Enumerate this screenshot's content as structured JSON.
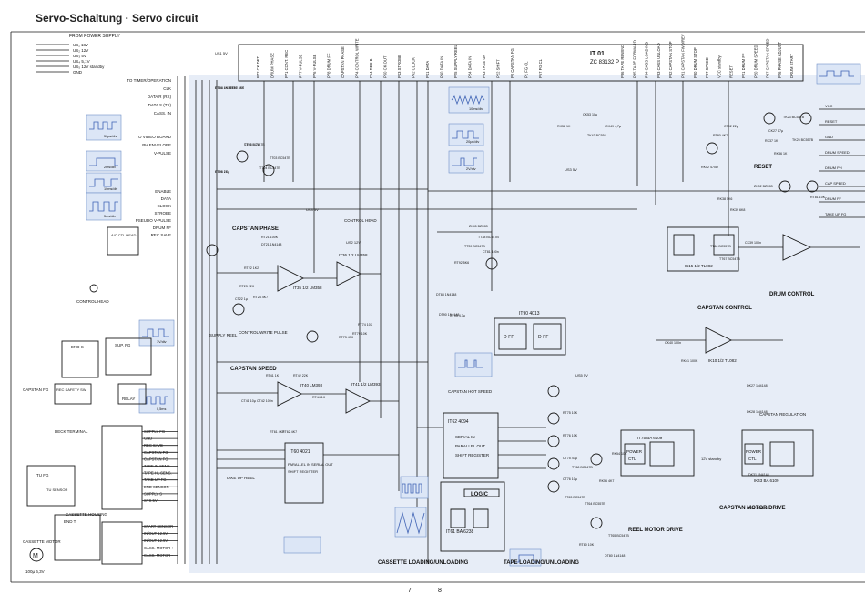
{
  "title": "Servo-Schaltung · Servo circuit",
  "ic_main": {
    "ref": "IT 01",
    "part": "ZC 83132 P"
  },
  "supply": {
    "header": "FROM POWER SUPPLY",
    "rails": [
      "US₁ 18V",
      "US₂ 12V",
      "US₃ 5V",
      "US₄ 5,1V",
      "US₅ 12V standby",
      "GND"
    ]
  },
  "signals_timer": [
    "TO TIMER/OPERATION",
    "CLK",
    "DATA R (RX)",
    "DATA S (TX)",
    "CASS. IN"
  ],
  "signals_video": [
    "TO VIDEO BOARD",
    "PH ENVELOPE",
    "V-PULSE"
  ],
  "bus_left": [
    "ENABLE",
    "DATA",
    "CLOCK",
    "STROBE",
    "PSEUDO V-PULSE",
    "DRUM FF",
    "REC SAVE"
  ],
  "ic_top_pins": [
    "P72 CK DET.",
    "DRUM PHASE",
    "P71 CONT. REC",
    "P77 V-PULSE",
    "P76 V-PULSE",
    "P78 DRUM FF",
    "CAPSTAN PHASE",
    "P74 CONTROL WRITE",
    "P54 REC B",
    "P50 CK.OUT",
    "P43 STROBE",
    "P42 CLOCK",
    "P41 DATA",
    "P40 DATA IN",
    "P25 SUPPLY REEL",
    "P24 DATA IN",
    "P33 TAKE UP",
    "P22 SHIFT",
    "P0 CAPSTAN FG",
    "P1 FG CL",
    "P57 FG CL"
  ],
  "ic_top_pins_right": [
    "P36 TAPE REWIND",
    "P35 TAPE FORWARD",
    "P34 CASS LOADING",
    "P33 CASS UNLOAD",
    "P32 CAPSTAN STOP",
    "P31 CAPSTAN FWD/REV",
    "P30 DRUM STOP",
    "P37 SPEED",
    "VCC standby",
    "RESET",
    "P21 DRUM FF",
    "P20 DRUM SPEED",
    "P27 CAPSTAN SPEED",
    "P26 PHASE ADJUST",
    "DRUM START"
  ],
  "sections": {
    "capstan_phase": "CAPSTAN PHASE",
    "capstan_speed": "CAPSTAN SPEED",
    "capstan_control": "CAPSTAN CONTROL",
    "drum_control": "DRUM CONTROL",
    "reset": "RESET",
    "logic": "LOGIC",
    "reel_motor_drive": "REEL MOTOR DRIVE",
    "capstan_motor_drive": "CAPSTAN MOTOR DRIVE",
    "cassette_loading": "CASSETTE LOADING/UNLOADING",
    "tape_loading": "TAPE LOADING/UNLOADING",
    "capstan_regulation": "CAPSTAN REGULATION",
    "capstan_hot_sp": "CAPSTAN HOT SPEED",
    "control_head": "CONTROL HEAD",
    "supply_reel": "SUPPLY REEL",
    "take_up_reel": "TAKE UP REEL",
    "control_write_pulse": "CONTROL WRITE PULSE",
    "head_conn": "A/C CTL HEAD",
    "ctl_head_label": "CONTROL HEAD"
  },
  "ics": {
    "it35": "IT35 1/2 LM358",
    "it36": "IT36 1/2 LM358",
    "it40": "IT40 LM393",
    "it41": "IT41 1/2 LM393",
    "it60": "IT60 4021",
    "it62": "IT62 4094",
    "it90": "IT90 4013",
    "it61": "IT61 BA 6238",
    "it75": "IT75 BA 6109",
    "ik43": "IK43 BA 6109",
    "ik10": "IK10 1/2 TL082",
    "ik15": "IK15 1/2 TL082"
  },
  "box_labels": {
    "power": "POWER",
    "ctl": "CTL",
    "dff": "D-FF",
    "serial_in": "SERIAL IN",
    "parallel_out": "PARALLEL OUT",
    "shift_register": "SHIFT REGISTER",
    "parallel_in": "PARALLEL IN SERIAL OUT",
    "shift_reg2": "SHIFT REGISTER"
  },
  "connectors": {
    "deck_terminal": "DECK TERMINAL",
    "cassette_housing": "CASSETTE HOUSING",
    "cassette_motor": "CASSETTE MOTOR",
    "end_s": "END S",
    "sup_fg": "SUP. FG",
    "capstan_fg": "CAPSTAN FG",
    "rec_safety": "REC SAFETY SW",
    "relay": "RELAY",
    "tu_fg": "TU FG",
    "tu_sensor": "TU SENSOR",
    "end_t": "END T"
  },
  "deck_pins": [
    "SUPPLY FG",
    "GND",
    "REC SAVE",
    "CAPSTAN FG",
    "CAPSTAN FG",
    "TAPE IN SENS.",
    "TAPE HL SENS.",
    "TAKE UP FG",
    "END SENSOR",
    "SUPPLY S",
    "SYS 5V"
  ],
  "cass_pins": [
    "START SENSOR",
    "IN/OUT 12.5V",
    "IN/OUT 12.5V",
    "CASS. MOTOR +",
    "CASS. MOTOR -"
  ],
  "cassette_motor_label": "M",
  "motor_cap": "100µ 6,3V",
  "page_numbers": [
    "7",
    "8"
  ],
  "osc_labels": [
    "50µs/div",
    "2ms/div",
    "10ms/div",
    "5ms/div",
    "1V/div",
    "0,5ms",
    "10ms/div",
    "20µs/div",
    "2V/div"
  ],
  "part_refs": [
    "RT06 4K7",
    "RT07 10K",
    "CT06 22µ",
    "TT01 BC547B",
    "TT03 BC547B",
    "TT04 BC547B",
    "DT21 1N4148",
    "RT21 100K",
    "RT22 1K2",
    "CT22 1µ",
    "RT23 22K",
    "RT24 4K7",
    "RT41 1K",
    "RT42 22K",
    "RT44 1K",
    "CT41 10µ",
    "CT42 100n",
    "RT61 4K7",
    "RT62 4K7",
    "RT73 47K",
    "RT74 10K",
    "RT79 10K",
    "DT88 1N4148",
    "DT90 1N4148",
    "RT92 5K6",
    "CT92 22µ",
    "RT80 4K7",
    "RK02 470Ω",
    "ZK02 BZX83",
    "CK27 47µ",
    "TK23 BC547B",
    "TK25 BC557B",
    "RK36 1K",
    "RK37 1K",
    "RK38 5K6",
    "RK39 6K8",
    "CK39 100n",
    "CK40 100n",
    "RK41 100K",
    "DK27 1N4148",
    "DK28 1N4148",
    "DK31 1N4148",
    "DK32 1N4148",
    "TK43 BC558",
    "CK49 4,7µ",
    "RK52 1K",
    "CK53 10µ",
    "RT75 10K",
    "RT76 10K",
    "CT75 47µ",
    "CT76 10µ",
    "TT63 BC547B",
    "TT64 BC557B",
    "TT65 BC547B",
    "TT66 BC557B",
    "TT67 BC547B",
    "TT68 BC547B",
    "RK54 10K",
    "RK56 4K7",
    "RT80 10K",
    "DT80 1N4148",
    "RT81 10K",
    "CT81 100n",
    "CT93 4,7µ",
    "ZK45 BZX83",
    "TT38 BC547B",
    "TT39 BC547B",
    "DT84 1N4148",
    "RT95 4K7",
    "RT96 1K",
    "CT95 4,7µ"
  ],
  "volt_labels": [
    "US1 5V",
    "US3 5V",
    "US2 12V",
    "12V standby",
    "US3 5V",
    "US5 5V"
  ],
  "right_stubs": [
    "VCC",
    "RESET",
    "GND",
    "DRUM SPEED",
    "DRUM PH",
    "CAP SPEED",
    "DRUM FF",
    "TAKE UP FG"
  ],
  "colors": {
    "highlight": "#c9d6ee",
    "scope": "#dce6f6",
    "signal": "#3e62b4",
    "ink": "#1a1a1a"
  }
}
